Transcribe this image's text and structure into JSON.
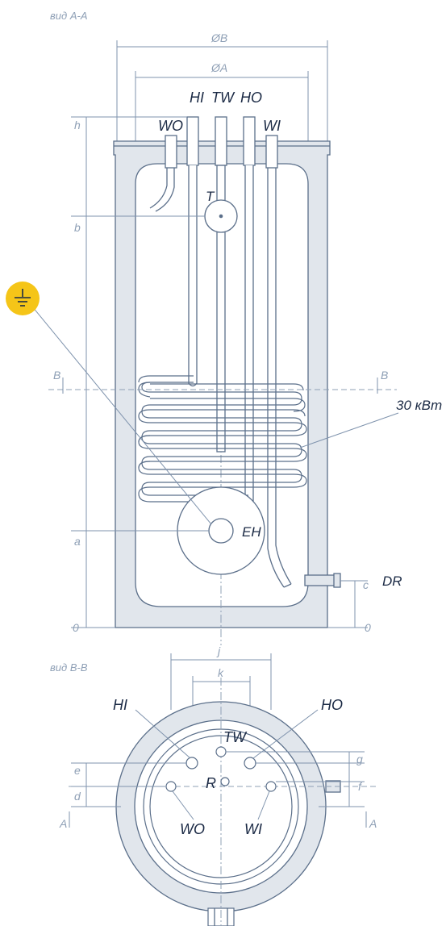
{
  "views": {
    "view_aa_title": "вид А-А",
    "view_bb_title": "вид В-В"
  },
  "dimensions": {
    "diameter_b": "ØB",
    "diameter_a": "ØA",
    "h": "h",
    "b": "b",
    "a": "a",
    "c": "c",
    "zero_left": "0",
    "zero_right": "0",
    "j": "j",
    "k": "k",
    "e": "e",
    "d": "d",
    "g": "g",
    "f": "f"
  },
  "connections": {
    "hi_top": "HI",
    "tw_top": "TW",
    "ho_top": "HO",
    "wo_top": "WO",
    "wi_top": "WI",
    "t": "T",
    "eh": "EH",
    "dr": "DR",
    "power": "30 кВт",
    "hi_bottom": "HI",
    "ho_bottom": "HO",
    "tw_bottom": "TW",
    "r": "R",
    "wo_bottom": "WO",
    "wi_bottom": "WI"
  },
  "sections": {
    "b_left": "B",
    "b_right": "B",
    "a_left": "A",
    "a_right": "A"
  },
  "icons": {
    "ground": "ground-icon"
  },
  "colors": {
    "tank_fill": "#e1e6ec",
    "line": "#5b6f8a",
    "dimension": "#8fa0b6",
    "label": "#1b2a45",
    "ground_badge": "#f5c518"
  }
}
